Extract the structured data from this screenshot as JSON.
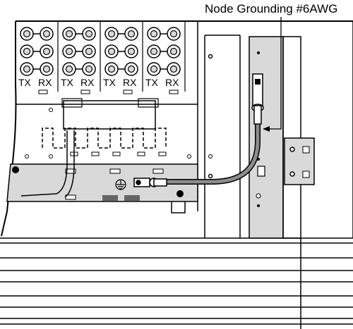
{
  "callout": {
    "text": "Node Grounding #6AWG",
    "target": "node-ground-cable"
  },
  "port_labels": [
    {
      "tx": "TX",
      "rx": "RX"
    },
    {
      "tx": "TX",
      "rx": "RX"
    },
    {
      "tx": "TX",
      "rx": "RX"
    },
    {
      "tx": "TX",
      "rx": "RX"
    }
  ],
  "colors": {
    "line": "#000000",
    "cable": "#8c8c8c",
    "shade": "#d9d9d9",
    "block": "#666666",
    "background": "#ffffff"
  },
  "icons": [
    "ground-symbol-icon",
    "coax-connector-icon",
    "arrow-icon"
  ]
}
